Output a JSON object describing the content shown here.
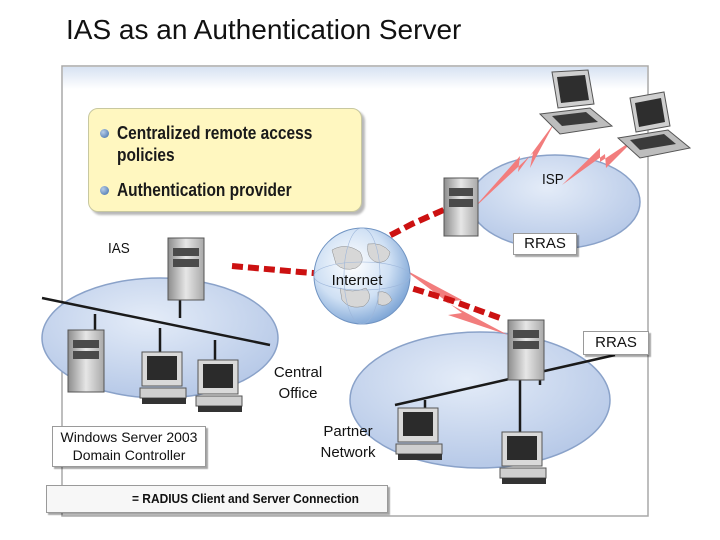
{
  "title": "IAS as an Authentication Server",
  "info_box": {
    "bullets": [
      "Centralized remote access policies",
      "Authentication provider"
    ]
  },
  "labels": {
    "ias": "IAS",
    "isp": "ISP",
    "rras_isp": "RRAS",
    "internet": "Internet",
    "rras_partner": "RRAS",
    "central_office": [
      "Central",
      "Office"
    ],
    "partner_network": [
      "Partner",
      "Network"
    ],
    "domain_controller": [
      "Windows Server 2003",
      "Domain Controller"
    ]
  },
  "legend": {
    "text": "= RADIUS Client and Server Connection"
  },
  "colors": {
    "radius_connection": "#cc1111",
    "lightning": "#f27d7d",
    "network_ellipse": "#c3d3ec",
    "info_box": "#fff7c0"
  }
}
